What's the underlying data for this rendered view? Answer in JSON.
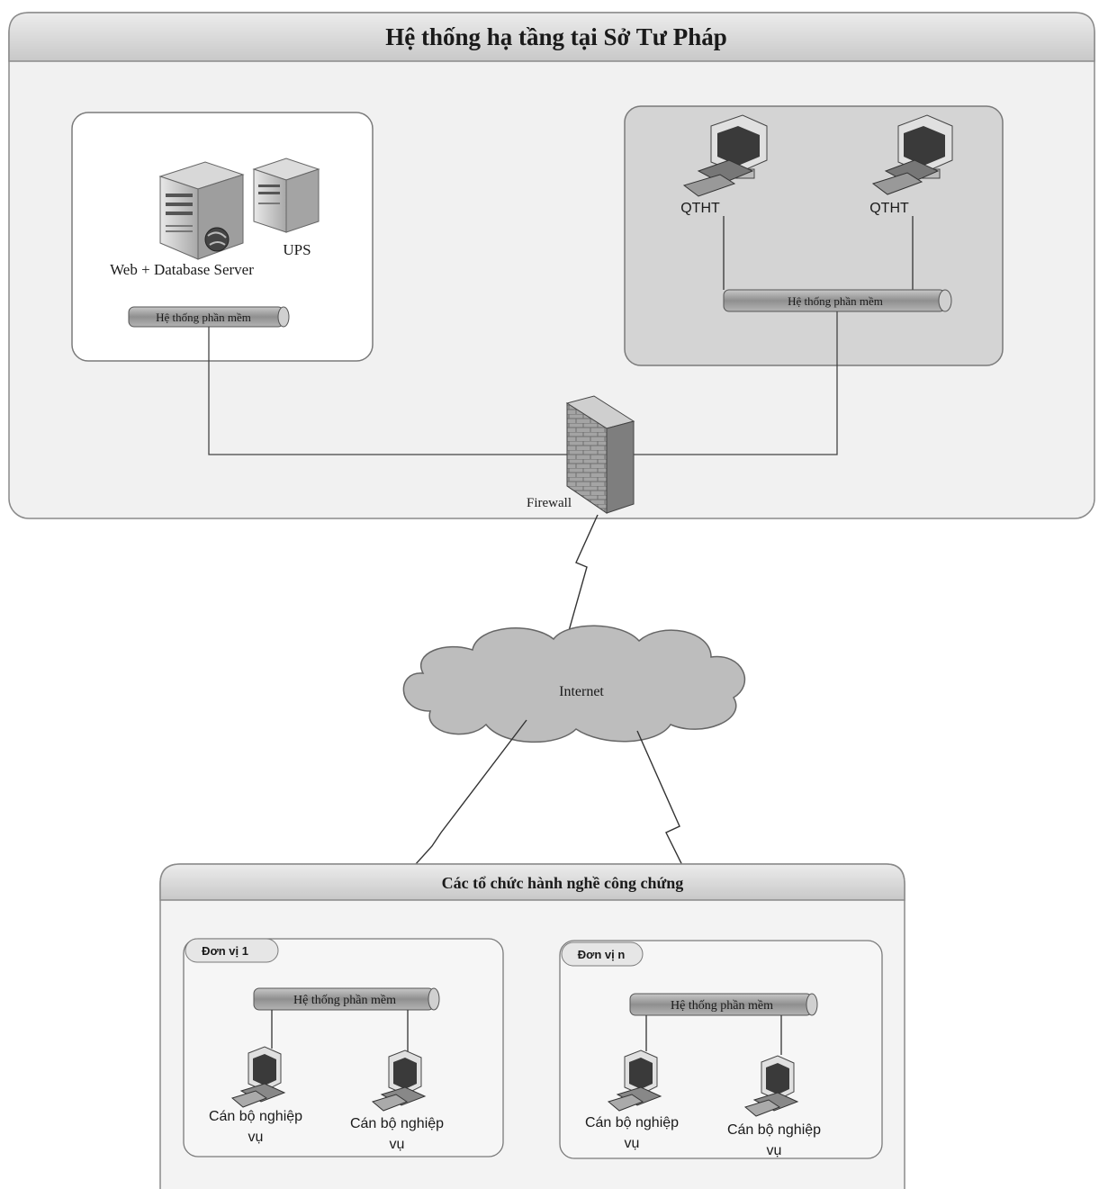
{
  "top_panel": {
    "title": "Hệ thống hạ tầng tại Sở Tư Pháp"
  },
  "server_box": {
    "server_label": "Web + Database Server",
    "ups_label": "UPS",
    "software_bus": "Hệ thống phần mềm"
  },
  "admin_box": {
    "admin_left_label": "QTHT",
    "admin_right_label": "QTHT",
    "software_bus": "Hệ thống phần mềm"
  },
  "firewall_label": "Firewall",
  "internet_label": "Internet",
  "bottom_panel": {
    "title": "Các tổ chức hành nghề công chứng",
    "units": [
      {
        "name": "Đơn vị 1",
        "software_bus": "Hệ thống phần mềm",
        "workstations": [
          {
            "line1": "Cán bộ nghiệp",
            "line2": "vụ"
          },
          {
            "line1": "Cán bộ nghiệp",
            "line2": "vụ"
          }
        ]
      },
      {
        "name": "Đơn vị n",
        "software_bus": "Hệ thống phần mềm",
        "workstations": [
          {
            "line1": "Cán bộ nghiệp",
            "line2": "vụ"
          },
          {
            "line1": "Cán bộ nghiệp",
            "line2": "vụ"
          }
        ]
      }
    ]
  },
  "colors": {
    "panel_header": "#d9d9d9",
    "panel_fill": "#f2f2f2",
    "admin_box_fill": "#d4d4d4",
    "bus_fill": "#9a9a9a",
    "cloud_fill": "#bdbdbd",
    "firewall_fill": "#a8a8a8"
  }
}
